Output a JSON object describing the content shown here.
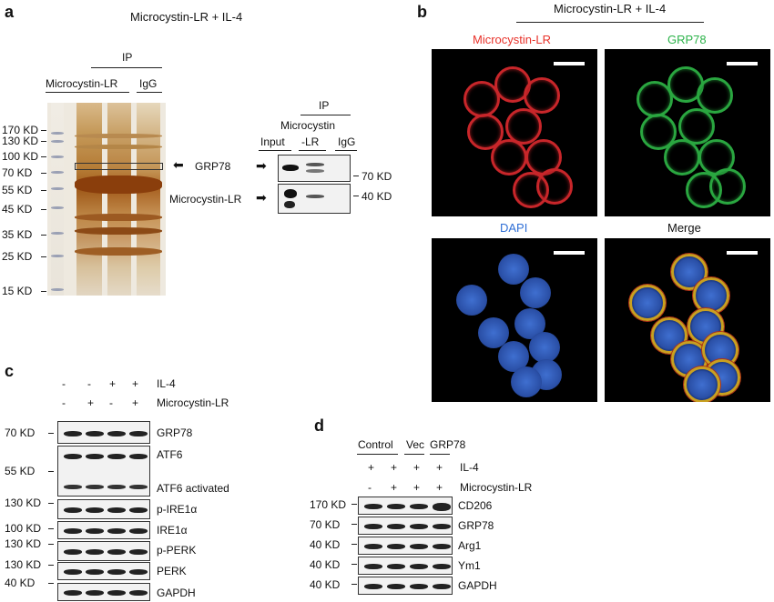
{
  "panels": {
    "a": {
      "letter": "a",
      "title": "Microcystin-LR + IL-4",
      "ip_label": "IP",
      "lane_labels": [
        "Microcystin-LR",
        "IgG"
      ],
      "markers": [
        "170 KD",
        "130 KD",
        "100 KD",
        "70 KD",
        "55 KD",
        "45 KD",
        "35 KD",
        "25 KD",
        "15 KD"
      ],
      "arrow_label": "GRP78",
      "inset": {
        "ip_label": "IP",
        "lane_input": "Input",
        "lane_mc_line1": "Microcystin",
        "lane_mc_line2": "-LR",
        "lane_igg": "IgG",
        "row_labels": [
          "GRP78",
          "Microcystin-LR"
        ],
        "size_labels": [
          "70 KD",
          "40 KD"
        ]
      }
    },
    "b": {
      "letter": "b",
      "title": "Microcystin-LR + IL-4",
      "images": [
        {
          "label": "Microcystin-LR",
          "color": "#e8322a"
        },
        {
          "label": "GRP78",
          "color": "#2cb34a"
        },
        {
          "label": "DAPI",
          "color": "#2f6fd6"
        },
        {
          "label": "Merge",
          "color": "#111111"
        }
      ]
    },
    "c": {
      "letter": "c",
      "treatments": [
        {
          "name": "IL-4",
          "signs": [
            "-",
            "-",
            "+",
            "+"
          ]
        },
        {
          "name": "Microcystin-LR",
          "signs": [
            "-",
            "+",
            "-",
            "+"
          ]
        }
      ],
      "rows": [
        {
          "marker": "70 KD",
          "label": "GRP78"
        },
        {
          "marker": "",
          "label": "ATF6"
        },
        {
          "marker": "55 KD",
          "label": "ATF6 activated"
        },
        {
          "marker": "130 KD",
          "label": "p-IRE1α"
        },
        {
          "marker": "100 KD",
          "label": "IRE1α"
        },
        {
          "marker": "130 KD",
          "label": "p-PERK"
        },
        {
          "marker": "130 KD",
          "label": "PERK"
        },
        {
          "marker": "40 KD",
          "label": "GAPDH"
        }
      ]
    },
    "d": {
      "letter": "d",
      "groups": [
        "Control",
        "Vec",
        "GRP78"
      ],
      "treatments": [
        {
          "name": "IL-4",
          "signs": [
            "+",
            "+",
            "+",
            "+"
          ]
        },
        {
          "name": "Microcystin-LR",
          "signs": [
            "-",
            "+",
            "+",
            "+"
          ]
        }
      ],
      "rows": [
        {
          "marker": "170 KD",
          "label": "CD206"
        },
        {
          "marker": "70 KD",
          "label": "GRP78"
        },
        {
          "marker": "40 KD",
          "label": "Arg1"
        },
        {
          "marker": "40 KD",
          "label": "Ym1"
        },
        {
          "marker": "40 KD",
          "label": "GAPDH"
        }
      ]
    }
  }
}
